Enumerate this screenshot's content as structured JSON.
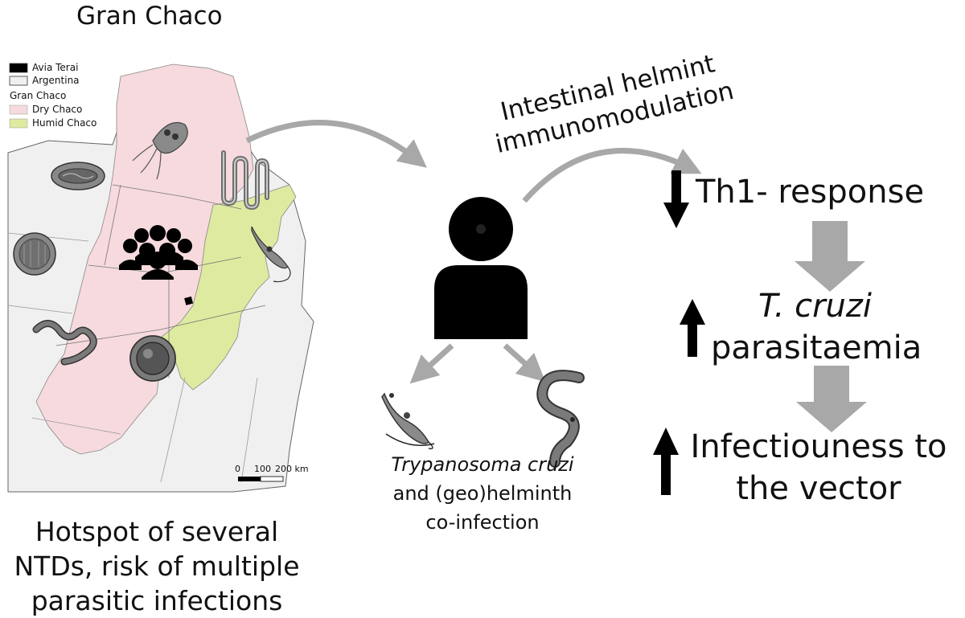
{
  "map": {
    "title": "Gran Chaco",
    "legend": {
      "items": [
        {
          "label": "Avia Terai",
          "color": "#000000"
        },
        {
          "label": "Argentina",
          "color": "#f0f0f0"
        }
      ],
      "group_title": "Gran Chaco",
      "group_items": [
        {
          "label": "Dry Chaco",
          "color": "#f6dadd"
        },
        {
          "label": "Humid Chaco",
          "color": "#deea9f"
        }
      ]
    },
    "scale": {
      "ticks": [
        "0",
        "100",
        "200 km"
      ]
    },
    "caption_lines": [
      "Hotspot of several",
      "NTDs, risk of multiple",
      "parasitic infections"
    ]
  },
  "center": {
    "caption_species": "Trypanosoma cruzi",
    "caption_lines": [
      "and (geo)helminth",
      "co-infection"
    ]
  },
  "right": {
    "modulation_lines": [
      "Intestinal helmint",
      "immunomodulation"
    ],
    "effects": [
      {
        "direction": "down",
        "text": "Th1- response"
      },
      {
        "direction": "up",
        "text_italic": "T. cruzi",
        "text": "parasitaemia"
      },
      {
        "direction": "up",
        "text_lines": [
          "Infectiouness to",
          "the vector"
        ]
      }
    ]
  },
  "colors": {
    "dry_chaco": "#f6dadd",
    "humid_chaco": "#deea9f",
    "argentina": "#f0f0f0",
    "arrow_grey": "#a8a8a8",
    "parasite_grey": "#8a8a8a",
    "black": "#000000"
  }
}
